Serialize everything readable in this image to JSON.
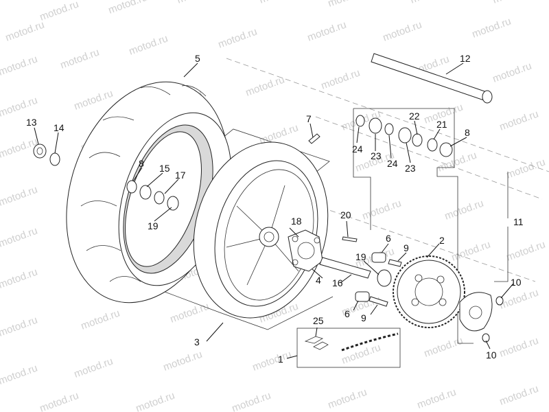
{
  "watermark": "motod.ru",
  "labels": {
    "c1": "1",
    "c2": "2",
    "c3": "3",
    "c4": "4",
    "c5": "5",
    "c6a": "6",
    "c6b": "6",
    "c7": "7",
    "c8a": "8",
    "c8b": "8",
    "c9a": "9",
    "c9b": "9",
    "c10a": "10",
    "c10b": "10",
    "c11": "11",
    "c12": "12",
    "c13": "13",
    "c14": "14",
    "c15": "15",
    "c16": "16",
    "c17": "17",
    "c18": "18",
    "c19a": "19",
    "c19b": "19",
    "c20": "20",
    "c21": "21",
    "c22": "22",
    "c23a": "23",
    "c23b": "23",
    "c24a": "24",
    "c24b": "24",
    "c25": "25"
  },
  "colors": {
    "line": "#111111",
    "watermark": "#cfcfcf",
    "tire_band": "#d9d9d9"
  }
}
